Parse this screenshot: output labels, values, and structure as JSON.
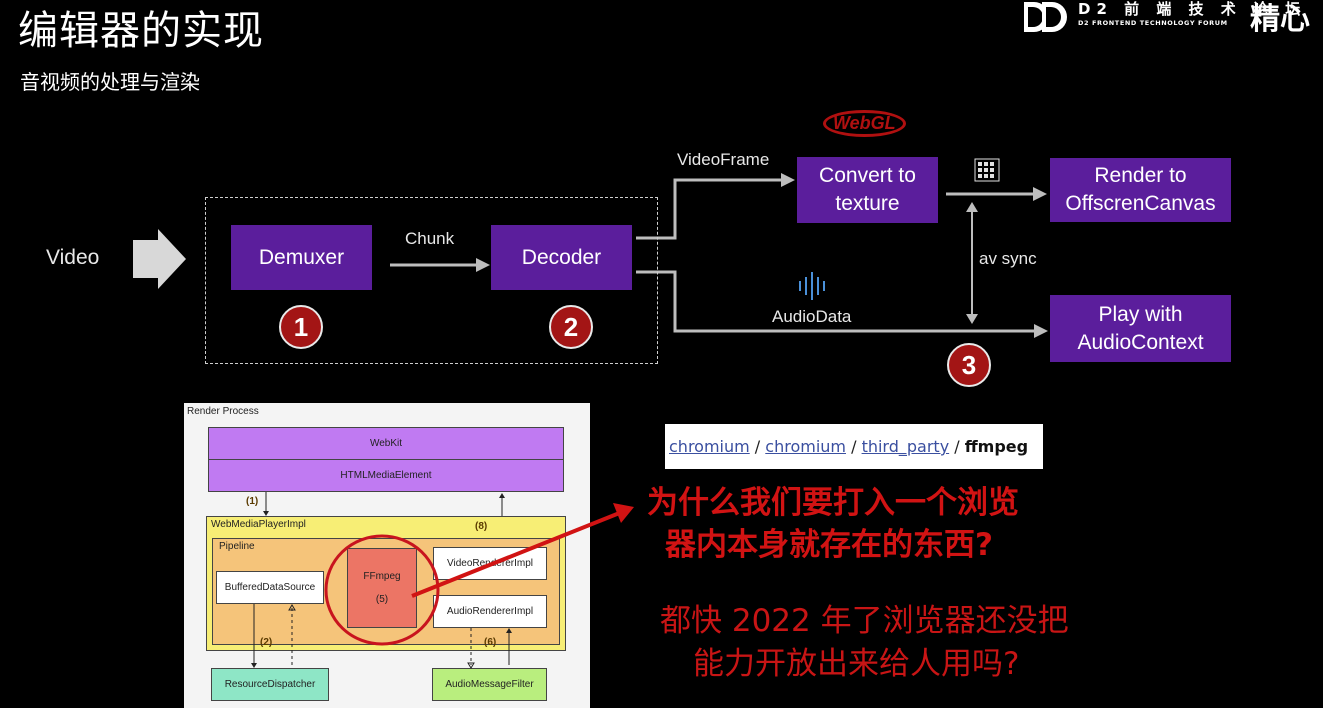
{
  "slide": {
    "title": "编辑器的实现",
    "subtitle": "音视频的处理与渲染"
  },
  "brand": {
    "cn": "D2 前 端 技 术 论 坛",
    "en": "D2 FRONTEND TECHNOLOGY FORUM",
    "extra": "精心"
  },
  "flow": {
    "video_label": "Video",
    "demuxer": "Demuxer",
    "chunk_label": "Chunk",
    "decoder": "Decoder",
    "videoframe_label": "VideoFrame",
    "convert": "Convert to texture",
    "render": "Render to OffscrenCanvas",
    "audiodata_label": "AudioData",
    "play": "Play with AudioContext",
    "avsync_label": "av sync",
    "webgl_logo": "WebGL",
    "badges": [
      "1",
      "2",
      "3"
    ]
  },
  "chromium_diagram": {
    "render_process": "Render Process",
    "webkit": "WebKit",
    "htmlmediaelement": "HTMLMediaElement",
    "webmediaplayerimpl": "WebMediaPlayerImpl",
    "pipeline": "Pipeline",
    "buffereddatasource": "BufferedDataSource",
    "ffmpeg": "FFmpeg",
    "ffmpeg_num": "(5)",
    "videorendererimpl": "VideoRendererImpl",
    "audiorendererimpl": "AudioRendererImpl",
    "resourcedispatcher": "ResourceDispatcher",
    "audiomessagefilter": "AudioMessageFilter",
    "tags": [
      "(1)",
      "(2)",
      "(6)",
      "(8)"
    ]
  },
  "breadcrumb": {
    "c1": "chromium",
    "c2": "chromium",
    "c3": "third_party",
    "c4": "ffmpeg",
    "sep": " / "
  },
  "question": {
    "line1": "为什么我们要打入一个浏览",
    "line2": "器内本身就存在的东西?",
    "line3": "都快 2022 年了浏览器还没把",
    "line4": "能力开放出来给人用吗?"
  },
  "colors": {
    "box": "#5b1e9c",
    "badge": "#a31515",
    "accent_red": "#d11313"
  }
}
